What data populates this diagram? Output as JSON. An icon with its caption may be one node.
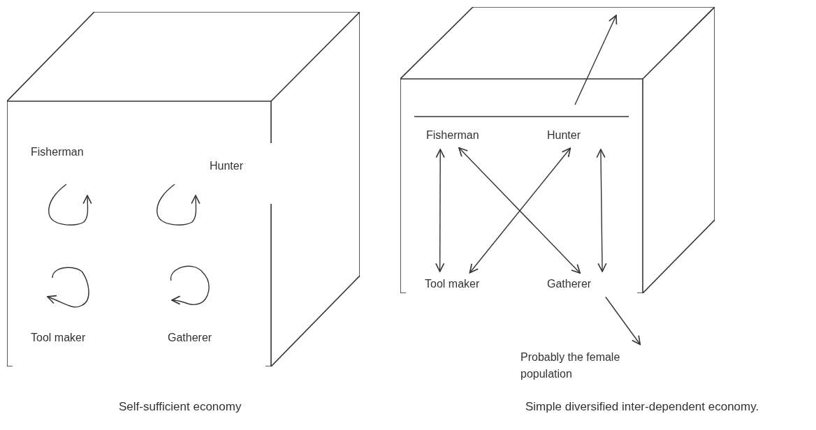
{
  "diagram": {
    "nodes": [
      {
        "text": [],
        "shape": "box"
      },
      {
        "text": [
          "Fisherman"
        ],
        "in": 0
      },
      {
        "text": [
          "Hunter"
        ],
        "in": 0
      },
      {
        "text": [
          "Tool maker"
        ],
        "in": 0
      },
      {
        "text": [
          "Gatherer"
        ],
        "in": 0
      },
      {
        "text": [],
        "shape": "box"
      },
      {
        "text": [
          "Fisherman"
        ],
        "in": 5
      },
      {
        "text": [
          "Hunter"
        ],
        "in": 5
      },
      {
        "text": [
          "Tool maker"
        ],
        "in": 5
      },
      {
        "text": [
          "Gatherer"
        ],
        "in": 5
      },
      {
        "text": [
          "Probably the female population"
        ]
      }
    ],
    "edges": [
      {
        "from": 1,
        "to": 1,
        "arrow": "to"
      },
      {
        "from": 2,
        "to": 2,
        "arrow": "to"
      },
      {
        "from": 3,
        "to": 3,
        "arrow": "to"
      },
      {
        "from": 4,
        "to": 4,
        "arrow": "to"
      },
      {
        "from": 6,
        "to": 8,
        "arrow": "both"
      },
      {
        "from": 6,
        "to": 9,
        "arrow": "both"
      },
      {
        "from": 7,
        "to": 8,
        "arrow": "both"
      },
      {
        "from": 7,
        "to": 9,
        "arrow": "both"
      },
      {
        "from": 9,
        "to": 10,
        "arrow": "to"
      }
    ],
    "labels": [
      "Self-sufficient economy",
      "Simple diversified inter-dependent economy."
    ]
  }
}
